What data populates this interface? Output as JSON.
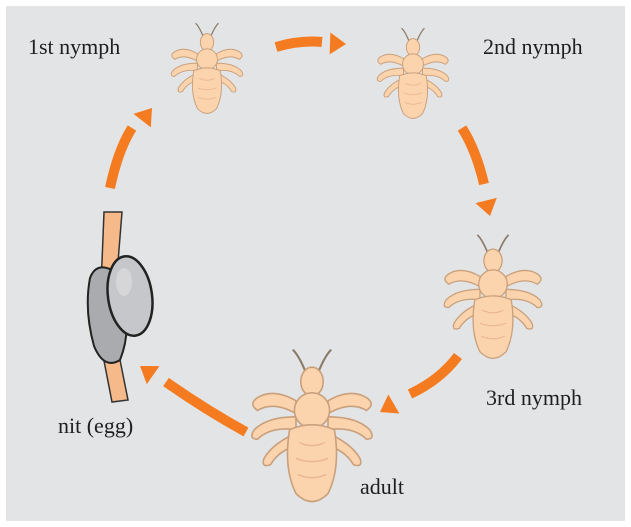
{
  "labels": {
    "first_nymph": "1st nymph",
    "second_nymph": "2nd nymph",
    "third_nymph": "3rd nymph",
    "adult": "adult",
    "nit": "nit (egg)"
  },
  "colors": {
    "background": "#e3e4e5",
    "arrow": "#f47b20",
    "louse_body": "#fbd3ad",
    "louse_outline": "#c9a07c",
    "egg": "#b7b9bc",
    "hair": "#f6b98a"
  },
  "icons": [
    "louse-icon",
    "nit-icon",
    "arrow-icon"
  ]
}
